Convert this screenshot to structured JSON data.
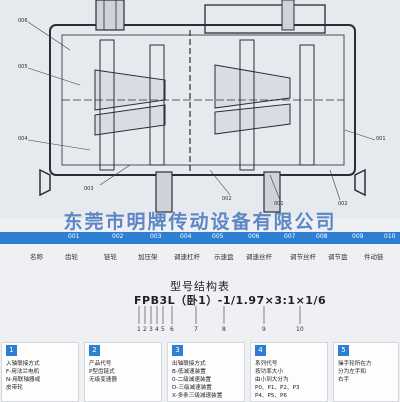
{
  "watermark": "东莞市明牌传动设备有限公司",
  "leaders": [
    {
      "label": "006"
    },
    {
      "label": "005"
    },
    {
      "label": "004"
    },
    {
      "label": "003"
    },
    {
      "label": "002"
    },
    {
      "label": "001"
    },
    {
      "label": "002"
    },
    {
      "label": "001"
    }
  ],
  "parts_codes": [
    "001",
    "002",
    "003",
    "004",
    "005",
    "006",
    "007",
    "008",
    "009",
    "010"
  ],
  "parts_header": [
    "名称",
    "齿轮",
    "链轮",
    "加压架",
    "调速杠杆",
    "示速盘",
    "调速丝杆",
    "调节丝杆",
    "调节盘",
    "件动链"
  ],
  "structure": {
    "title": "型号结构表",
    "code": "FPB3L（卧1）-1/1.97×3:1×1/6",
    "positions": [
      "1",
      "2",
      "3",
      "4",
      "5",
      "6",
      "7",
      "8",
      "9",
      "10"
    ]
  },
  "panels": [
    {
      "num": "1",
      "lines": [
        "入轴联接方式",
        "F-用法兰电机",
        "N-用联轴器或",
        "皮带轮"
      ]
    },
    {
      "num": "2",
      "lines": [
        "产品代号",
        "P型齿链式",
        "无级变速器"
      ]
    },
    {
      "num": "3",
      "lines": [
        "出轴联接方式",
        "B-低减速装置",
        "0-二级减速装置",
        "D-三级减速装置",
        "X-多条三级减速装置"
      ]
    },
    {
      "num": "4",
      "lines": [
        "系列代号",
        "按功率大小",
        "由小到大分为",
        "P0、P1、P2、P3",
        "P4、P5、P6"
      ]
    },
    {
      "num": "5",
      "lines": [
        "操手轮所在方",
        "分为左手和",
        "右手"
      ]
    }
  ],
  "colors": {
    "accent": "#2e7fd2",
    "watermark": "#5d86c4"
  }
}
